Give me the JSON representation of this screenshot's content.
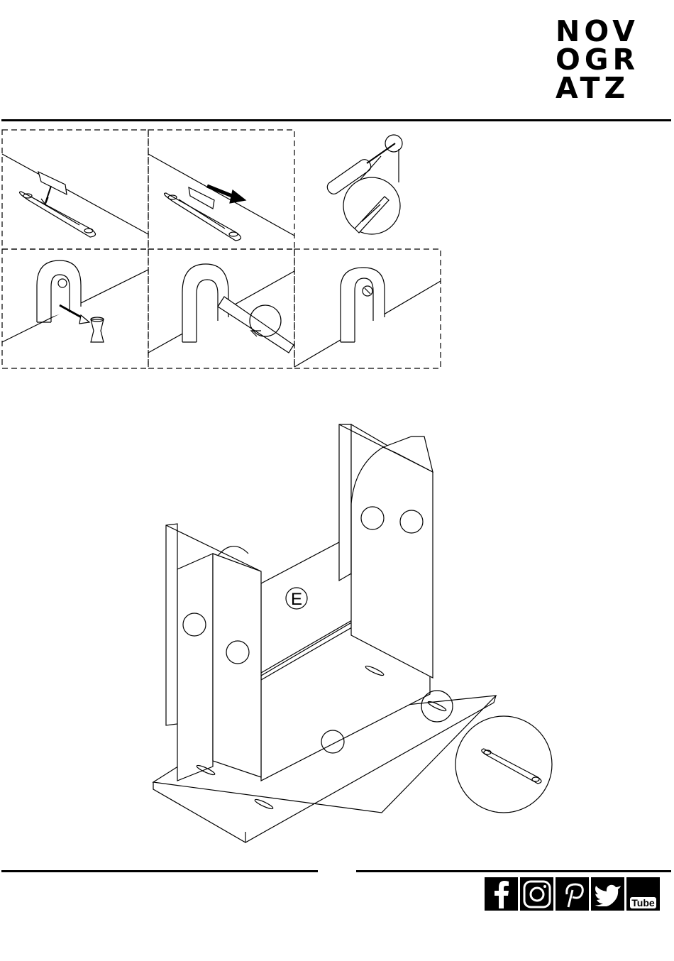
{
  "brand": {
    "logo_lines": [
      "NOV",
      "OGR",
      "ATZ"
    ]
  },
  "assembly": {
    "panel_label": "E"
  },
  "social": {
    "icons": [
      "facebook-icon",
      "instagram-icon",
      "pinterest-icon",
      "twitter-icon",
      "youtube-icon"
    ],
    "youtube_text": "Tube"
  }
}
